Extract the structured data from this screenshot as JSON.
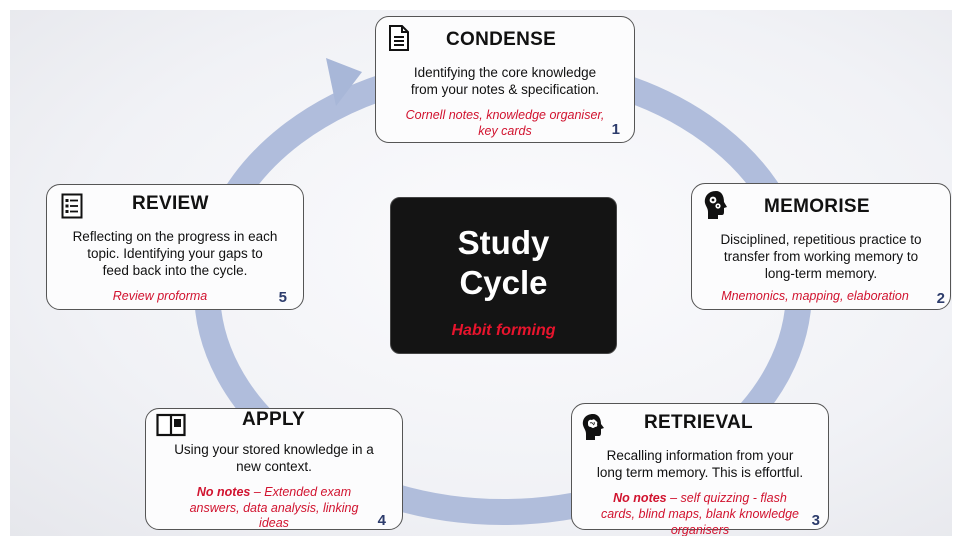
{
  "center": {
    "title_line1": "Study",
    "title_line2": "Cycle",
    "subtitle": "Habit forming"
  },
  "stages": {
    "condense": {
      "title": "CONDENSE",
      "desc_line1": "Identifying the core knowledge",
      "desc_line2": "from your notes & specification.",
      "ex_line1": "Cornell notes, knowledge organiser,",
      "ex_line2": "key cards",
      "number": "1",
      "icon": "document-icon"
    },
    "memorise": {
      "title": "MEMORISE",
      "desc_line1": "Disciplined, repetitious practice to",
      "desc_line2": "transfer from working memory to",
      "desc_line3": "long-term memory.",
      "ex_line1": "Mnemonics, mapping, elaboration",
      "number": "2",
      "icon": "head-gears-icon"
    },
    "retrieval": {
      "title": "RETRIEVAL",
      "desc_line1": "Recalling information from your",
      "desc_line2": "long term memory. This is effortful.",
      "ex_bold": "No notes",
      "ex_line1_rest": " – self quizzing -  flash",
      "ex_line2": "cards, blind maps, blank knowledge",
      "ex_line3": "organisers",
      "number": "3",
      "icon": "head-brain-icon"
    },
    "apply": {
      "title": "APPLY",
      "desc_line1": "Using your stored knowledge in a",
      "desc_line2": "new context.",
      "ex_bold": "No notes",
      "ex_line1_rest": " – Extended exam",
      "ex_line2": "answers, data analysis, linking",
      "ex_line3": "ideas",
      "number": "4",
      "icon": "open-book-icon"
    },
    "review": {
      "title": "REVIEW",
      "desc_line1": "Reflecting on the progress in each",
      "desc_line2": "topic. Identifying your gaps to",
      "desc_line3": "feed back into the cycle.",
      "ex_line1": "Review proforma",
      "number": "5",
      "icon": "checklist-icon"
    }
  },
  "colors": {
    "ring": "#9fb0d3",
    "accent_red": "#d1132f",
    "number_blue": "#2d3c6c"
  }
}
